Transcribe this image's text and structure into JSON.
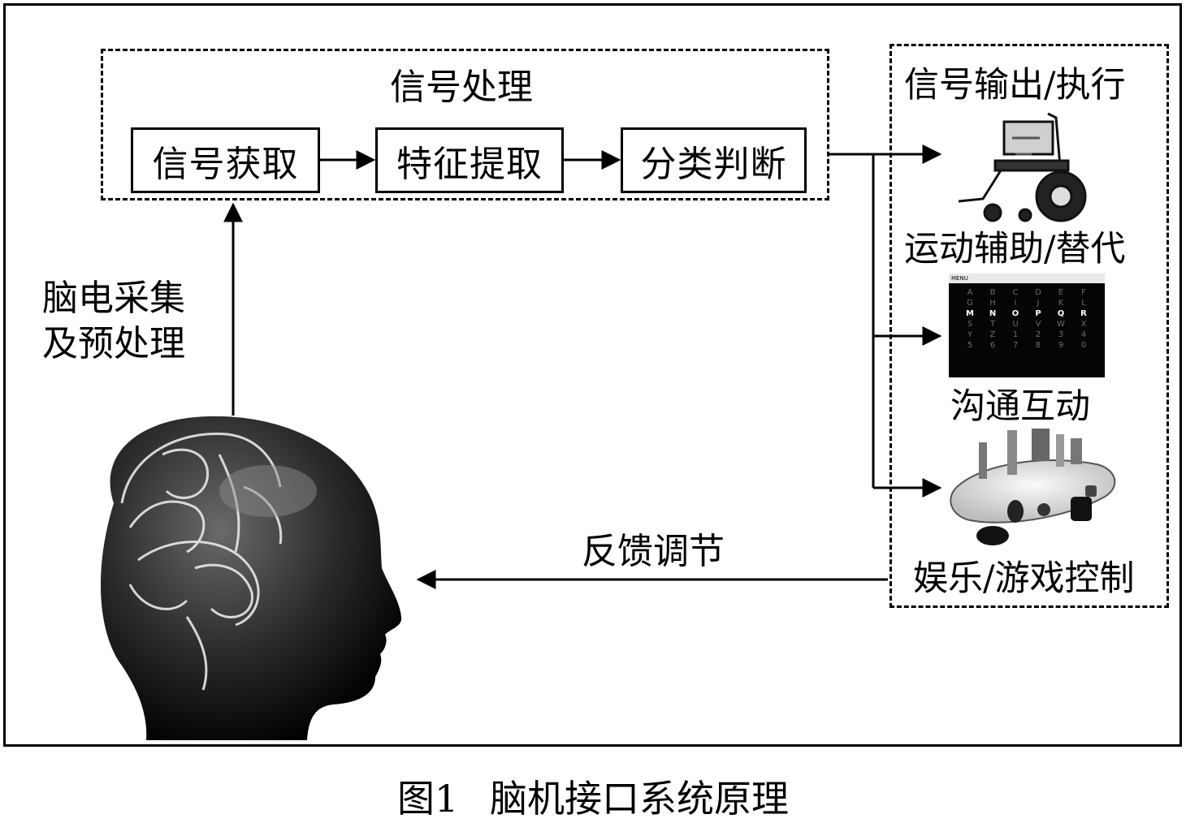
{
  "diagram": {
    "signal_processing": {
      "title": "信号处理",
      "steps": [
        "信号获取",
        "特征提取",
        "分类判断"
      ]
    },
    "acquisition_label": [
      "脑电采集",
      "及预处理"
    ],
    "output": {
      "title": "信号输出/执行",
      "items": [
        "运动辅助/替代",
        "沟通互动",
        "娱乐/游戏控制"
      ]
    },
    "feedback_label": "反馈调节",
    "speller": {
      "header": "MENU",
      "rows": [
        [
          "A",
          "B",
          "C",
          "D",
          "E",
          "F"
        ],
        [
          "G",
          "H",
          "I",
          "J",
          "K",
          "L"
        ],
        [
          "M",
          "N",
          "O",
          "P",
          "Q",
          "R"
        ],
        [
          "S",
          "T",
          "U",
          "V",
          "W",
          "X"
        ],
        [
          "Y",
          "Z",
          "1",
          "2",
          "3",
          "4"
        ],
        [
          "5",
          "6",
          "7",
          "8",
          "9",
          "0"
        ]
      ],
      "highlight_row": 2
    },
    "icons": [
      "brain-head-icon",
      "wheelchair-icon",
      "speller-screen-icon",
      "game-controller-icon"
    ]
  },
  "caption": {
    "figure_no": "图1",
    "text": "脑机接口系统原理"
  }
}
